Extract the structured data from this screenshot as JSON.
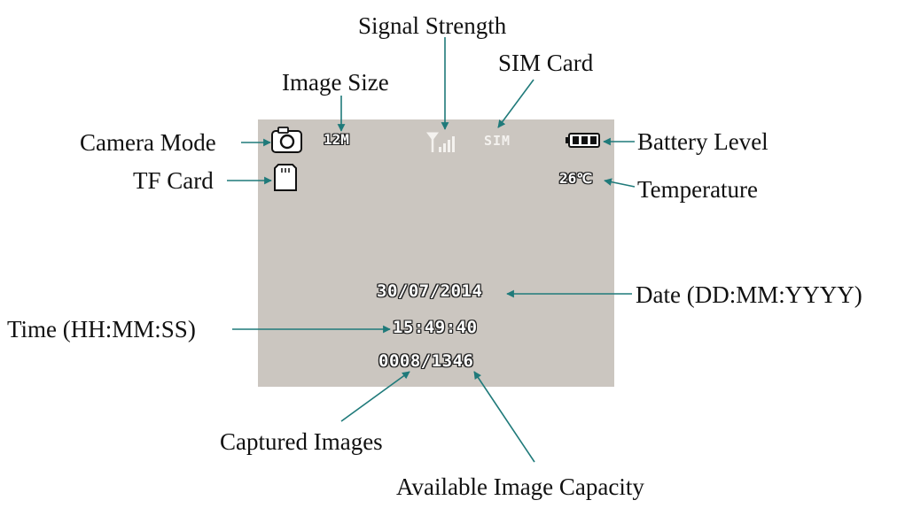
{
  "callouts": {
    "signal_strength": "Signal Strength",
    "sim_card": "SIM Card",
    "image_size": "Image Size",
    "camera_mode": "Camera Mode",
    "battery_level": "Battery Level",
    "tf_card": "TF Card",
    "temperature": "Temperature",
    "date": "Date (DD:MM:YYYY)",
    "time": "Time (HH:MM:SS)",
    "captured_images": "Captured Images",
    "available_capacity": "Available Image Capacity"
  },
  "screen": {
    "image_size": "12M",
    "sim": "SIM",
    "temperature": "26℃",
    "date": "30/07/2014",
    "time": "15:49:40",
    "counter": "0008/1346"
  },
  "colors": {
    "arrow": "#1f7a7a",
    "screen_bg": "#cbc6c0"
  },
  "icons": [
    "camera-icon",
    "tf-card-icon",
    "signal-antenna-icon",
    "battery-icon"
  ]
}
